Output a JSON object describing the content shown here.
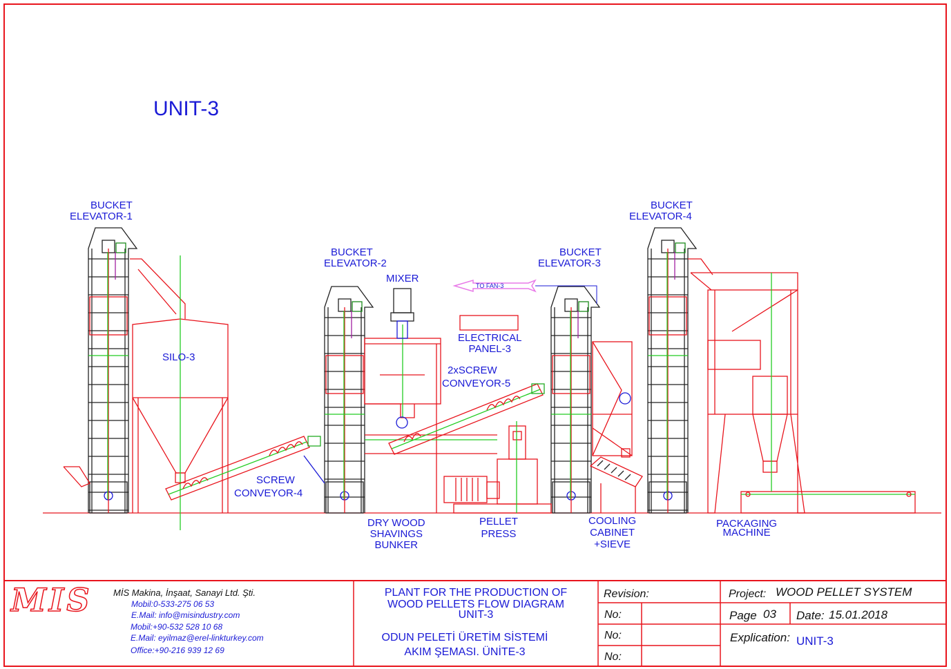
{
  "drawing": {
    "unit_title": "UNIT-3",
    "labels": {
      "bucket_elevator_1": [
        "BUCKET",
        "ELEVATOR-1"
      ],
      "bucket_elevator_2": [
        "BUCKET",
        "ELEVATOR-2"
      ],
      "bucket_elevator_3": [
        "BUCKET",
        "ELEVATOR-3"
      ],
      "bucket_elevator_4": [
        "BUCKET",
        "ELEVATOR-4"
      ],
      "mixer": "MIXER",
      "to_fan": "TO FAN-3",
      "silo": "SILO-3",
      "electrical_panel": [
        "ELECTRICAL",
        "PANEL-3"
      ],
      "screw_conveyor_5": [
        "2xSCREW",
        "CONVEYOR-5"
      ],
      "screw_conveyor_4": [
        "SCREW",
        "CONVEYOR-4"
      ],
      "bunker": [
        "DRY WOOD",
        "SHAVINGS",
        "BUNKER"
      ],
      "pellet_press": [
        "PELLET",
        "PRESS"
      ],
      "cooling": [
        "COOLING",
        "CABINET",
        "+SIEVE"
      ],
      "packaging": [
        "PACKAGING",
        "MACHINE"
      ]
    },
    "colors": {
      "line": "#e8141c",
      "text": "#1a1ad6",
      "axis": "#22cc22",
      "arrow": "#e87ae8"
    }
  },
  "title_block": {
    "logo": "MIS",
    "company": "MİS Makina, İnşaat, Sanayi Ltd. Şti.",
    "contacts": [
      "Mobil:0-533-275 06 53",
      "E.Mail: info@misindustry.com",
      "Mobil:+90-532 528 10 68",
      "E.Mail: eyilmaz@erel-linkturkey.com",
      "Office:+90-216 939 12 69"
    ],
    "title_en": [
      "PLANT FOR THE PRODUCTION OF",
      "WOOD PELLETS FLOW DIAGRAM",
      "UNIT-3"
    ],
    "title_tr": [
      "ODUN PELETİ ÜRETİM SİSTEMİ",
      "AKIM ŞEMASI.  ÜNİTE-3"
    ],
    "revision_label": "Revision:",
    "no_labels": [
      "No:",
      "No:",
      "No:"
    ],
    "project_label": "Project:",
    "project_value": "WOOD PELLET SYSTEM",
    "page_label": "Page",
    "page_value": "03",
    "date_label": "Date:",
    "date_value": "15.01.2018",
    "explication_label": "Explication:",
    "explication_value": "UNIT-3"
  }
}
